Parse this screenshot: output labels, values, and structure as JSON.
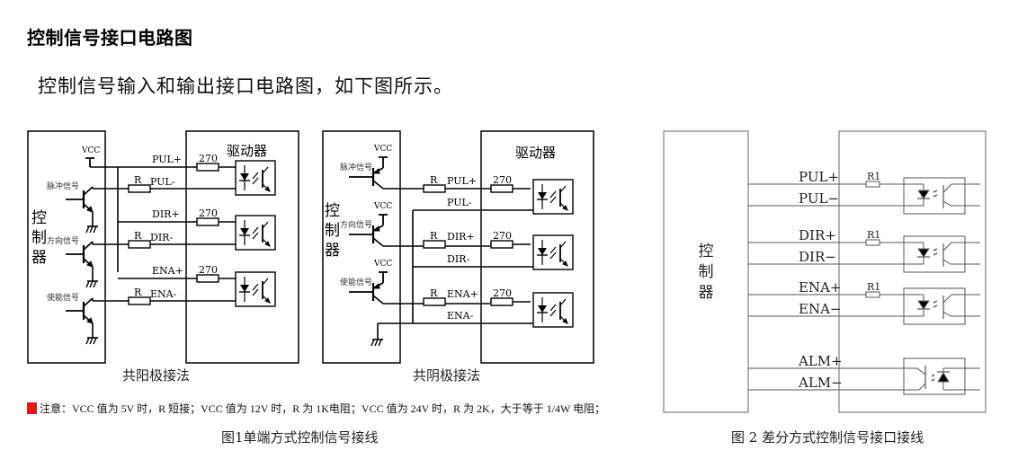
{
  "section_title": "控制信号接口电路图",
  "intro_text": "控制信号输入和输出接口电路图，如下图所示。",
  "figure1": {
    "caption": "图1单端方式控制信号接线",
    "common_anode": {
      "label": "共阳极接法",
      "controller_label": [
        "控",
        "制",
        "器"
      ],
      "driver_label": "驱动器",
      "vcc_label": "VCC",
      "signals": [
        {
          "name": "脉冲信号",
          "plus": "PUL+",
          "minus": "PUL-"
        },
        {
          "name": "方向信号",
          "plus": "DIR+",
          "minus": "DIR-"
        },
        {
          "name": "使能信号",
          "plus": "ENA+",
          "minus": "ENA-"
        }
      ],
      "r_label": "R",
      "internal_resistor": "270"
    },
    "common_cathode": {
      "label": "共阴极接法",
      "controller_label": [
        "控",
        "制",
        "器"
      ],
      "driver_label": "驱动器",
      "vcc_label": "VCC",
      "signals": [
        {
          "name": "脉冲信号",
          "plus": "PUL+",
          "minus": "PUL-"
        },
        {
          "name": "方向信号",
          "plus": "DIR+",
          "minus": "DIR-"
        },
        {
          "name": "使能信号",
          "plus": "ENA+",
          "minus": "ENA-"
        }
      ],
      "r_label": "R",
      "internal_resistor": "270"
    },
    "note": "注意：VCC 值为 5V 时，R 短接；VCC 值为 12V 时，R 为 1K电阻；VCC 值为 24V 时，R 为 2K，大于等于 1/4W 电阻；",
    "note_marker_color": "#e8141c"
  },
  "figure2": {
    "caption": "图 2 差分方式控制信号接口接线",
    "controller_label": [
      "控",
      "制",
      "器"
    ],
    "resistor_label": "R1",
    "inputs": [
      {
        "plus": "PUL+",
        "minus": "PUL−"
      },
      {
        "plus": "DIR+",
        "minus": "DIR−"
      },
      {
        "plus": "ENA+",
        "minus": "ENA−"
      }
    ],
    "output": {
      "plus": "ALM+",
      "minus": "ALM−"
    }
  }
}
